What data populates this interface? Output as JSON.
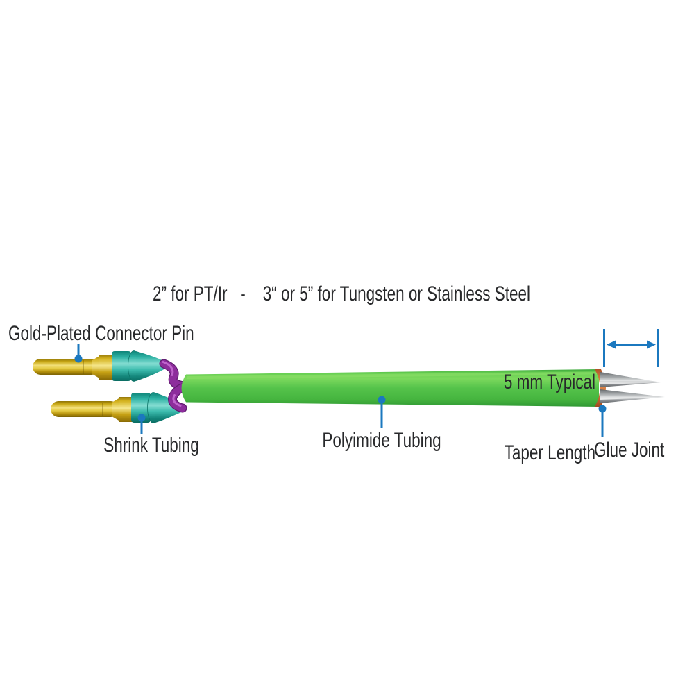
{
  "title": "Microelectrode construction diagram",
  "colors": {
    "background": "#ffffff",
    "annotation_blue": "#1b78bf",
    "text": "#28292b",
    "gold_pin": "#d9b821",
    "shrink_tubing_teal": "#2fb3a6",
    "wire_purple": "#8d2d9c",
    "polyimide_green": "#4cbb45",
    "glue_orange": "#c8693c",
    "electrode_gray": "#9a9da0"
  },
  "annotations": {
    "spec_line": "2” for PT/Ir   -    3“ or 5” for Tungsten or Stainless Steel",
    "gold_pin_label": "Gold-Plated Connector Pin",
    "shrink_tubing_label": "Shrink Tubing",
    "polyimide_label": "Polyimide Tubing",
    "taper_label_line1": "5 mm Typical",
    "taper_label_line2": "Taper Length",
    "glue_joint_label": "Glue Joint"
  },
  "components": {
    "connector_pins": "two gold-plated connector pins",
    "shrink_tubes": "teal shrink tubing sleeves with cones",
    "lead_wires": "purple lead wires",
    "tube": "green polyimide tubing shaft",
    "glue": "orange glue joint band",
    "tips": "two tapered metal electrode tips",
    "dimension": "blue double-headed dimension arrow marking 5 mm taper length"
  },
  "icons": {
    "leader_dot": "filled circle callout marker",
    "dimension_arrow": "double-headed arrow"
  }
}
